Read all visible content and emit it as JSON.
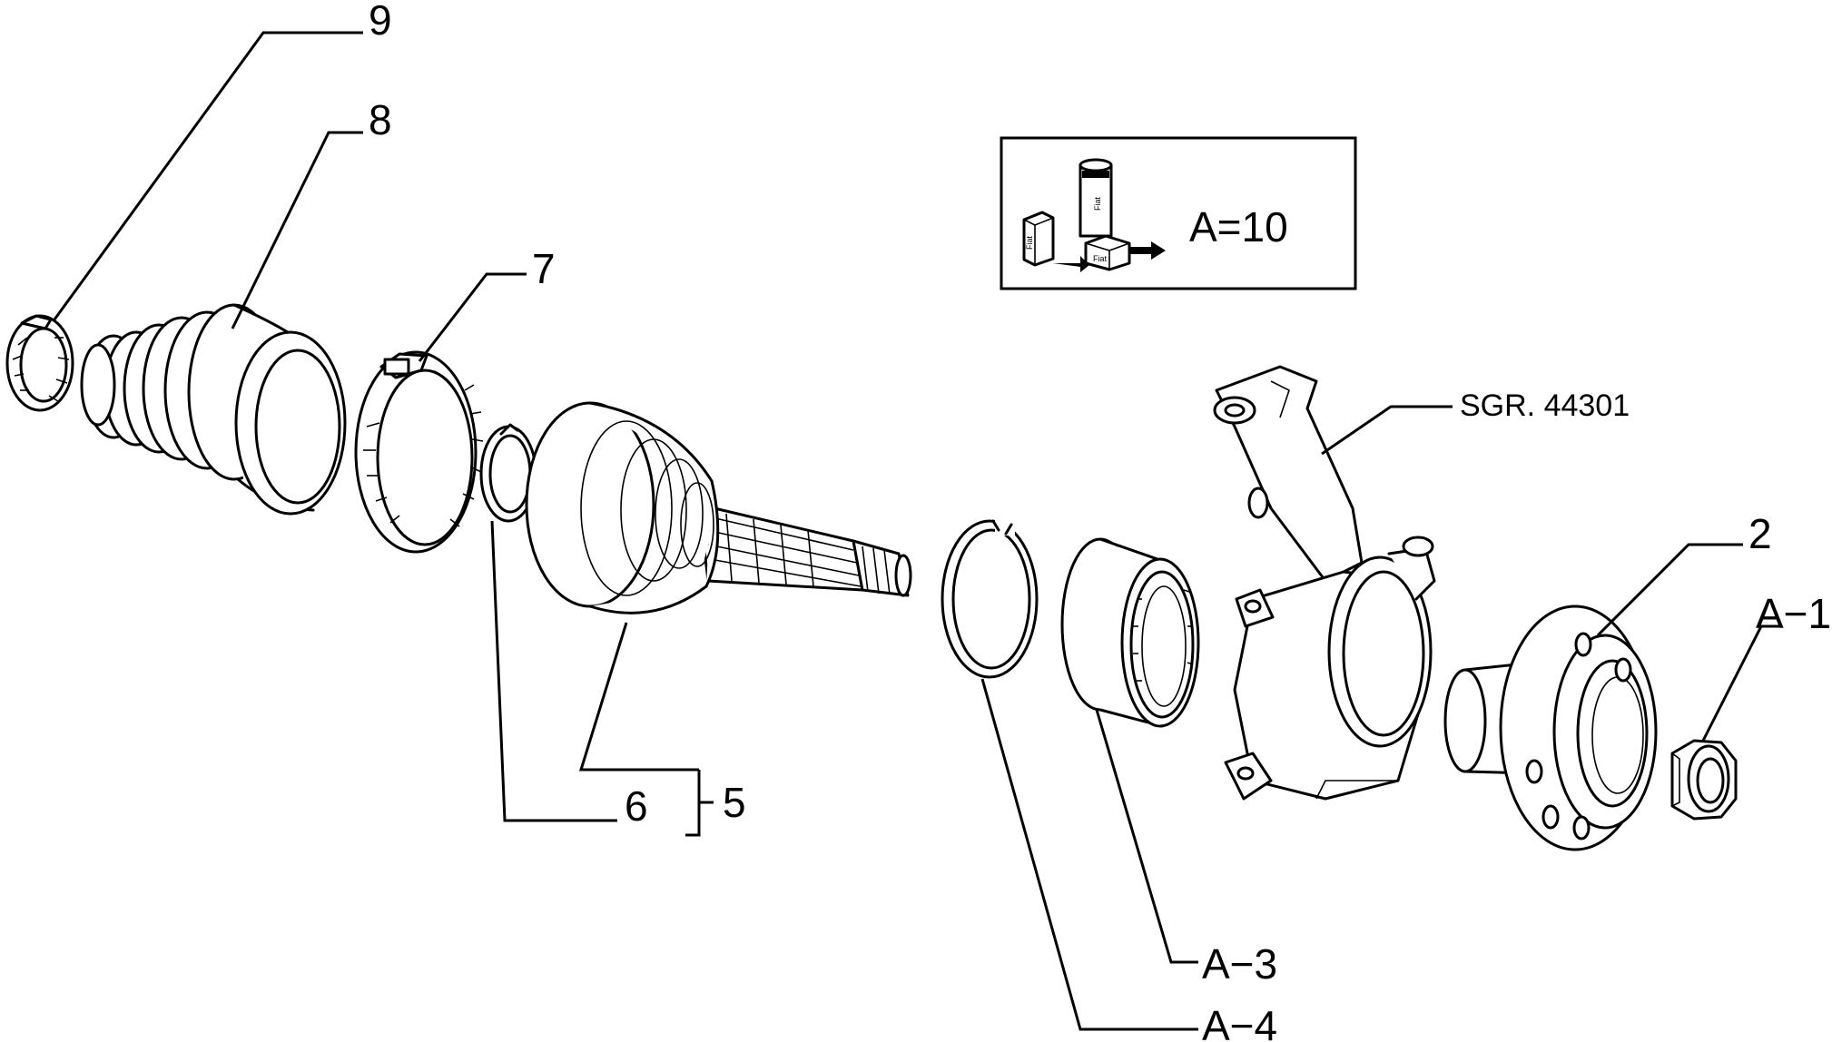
{
  "callouts": {
    "c9": "9",
    "c8": "8",
    "c7": "7",
    "c6": "6",
    "c5": "5",
    "c2": "2",
    "a1": "A−1",
    "a3": "A−3",
    "a4": "A−4",
    "sgr": "SGR. 44301"
  },
  "legend": {
    "value": "A=10",
    "can_text": "Fiat",
    "box_text_1": "Fiat",
    "box_text_2": "Fiat"
  },
  "parts": [
    "small-clamp",
    "cv-boot",
    "large-clamp",
    "circlip",
    "outer-cv-joint",
    "snap-ring",
    "wheel-bearing",
    "steering-knuckle",
    "wheel-hub",
    "hub-nut"
  ]
}
